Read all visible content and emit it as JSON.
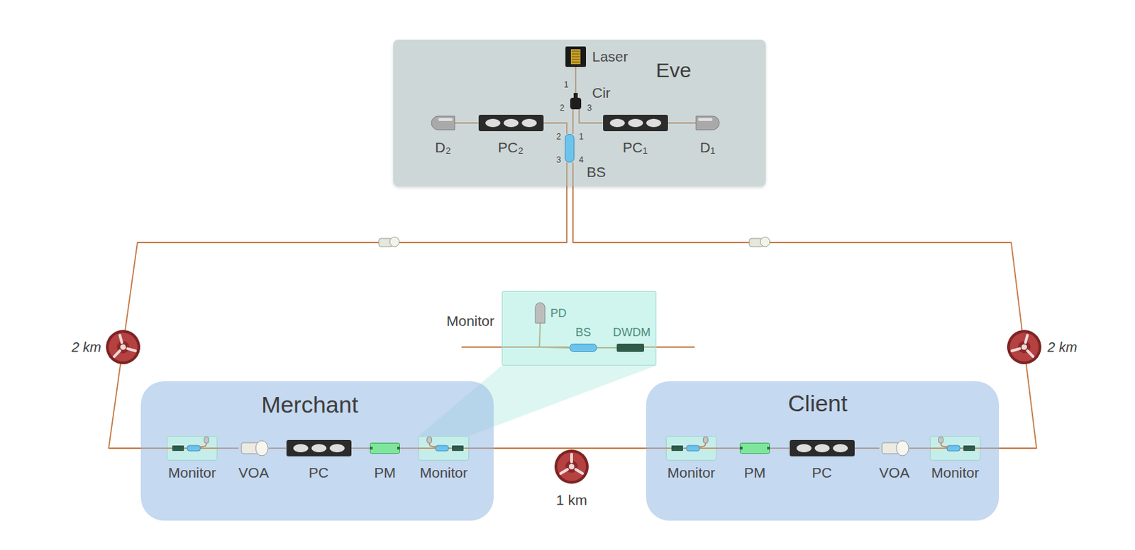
{
  "diagram": {
    "nodes": [
      {
        "text": [
          "Eve"
        ]
      },
      {
        "text": [
          "Laser"
        ],
        "in": 0
      },
      {
        "text": [
          "Cir"
        ],
        "in": 0
      },
      {
        "text": [
          "BS"
        ],
        "in": 0
      },
      {
        "text": [
          "PC₂"
        ],
        "in": 0
      },
      {
        "text": [
          "D₂"
        ],
        "in": 0
      },
      {
        "text": [
          "PC₁"
        ],
        "in": 0
      },
      {
        "text": [
          "D₁"
        ],
        "in": 0
      },
      {
        "text": [
          "Monitor"
        ]
      },
      {
        "text": [
          "PD"
        ],
        "in": 8
      },
      {
        "text": [
          "BS"
        ],
        "in": 8
      },
      {
        "text": [
          "DWDM"
        ],
        "in": 8
      },
      {
        "text": [
          "Merchant"
        ]
      },
      {
        "text": [
          "Monitor"
        ],
        "in": 12
      },
      {
        "text": [
          "VOA"
        ],
        "in": 12
      },
      {
        "text": [
          "PC"
        ],
        "in": 12
      },
      {
        "text": [
          "PM"
        ],
        "in": 12
      },
      {
        "text": [
          "Monitor"
        ],
        "in": 12
      },
      {
        "text": [
          "Client"
        ]
      },
      {
        "text": [
          "Monitor"
        ],
        "in": 18
      },
      {
        "text": [
          "PM"
        ],
        "in": 18
      },
      {
        "text": [
          "PC"
        ],
        "in": 18
      },
      {
        "text": [
          "VOA"
        ],
        "in": 18
      },
      {
        "text": [
          "Monitor"
        ],
        "in": 18
      }
    ],
    "edges": [
      {
        "from": 1,
        "to": 2,
        "arrow": "none"
      },
      {
        "from": 2,
        "to": 3,
        "arrow": "none"
      },
      {
        "from": 2,
        "to": 6,
        "arrow": "none"
      },
      {
        "from": 3,
        "to": 4,
        "arrow": "none"
      },
      {
        "from": 4,
        "to": 5,
        "arrow": "none"
      },
      {
        "from": 6,
        "to": 7,
        "arrow": "none"
      },
      {
        "from": 3,
        "to": 13,
        "arrow": "none"
      },
      {
        "from": 3,
        "to": 23,
        "arrow": "none"
      },
      {
        "from": 9,
        "to": 10,
        "arrow": "none"
      },
      {
        "from": 10,
        "to": 11,
        "arrow": "none"
      },
      {
        "from": 13,
        "to": 14,
        "arrow": "none"
      },
      {
        "from": 14,
        "to": 15,
        "arrow": "none"
      },
      {
        "from": 15,
        "to": 16,
        "arrow": "none"
      },
      {
        "from": 16,
        "to": 17,
        "arrow": "none"
      },
      {
        "from": 17,
        "to": 19,
        "arrow": "none"
      },
      {
        "from": 19,
        "to": 20,
        "arrow": "none"
      },
      {
        "from": 20,
        "to": 21,
        "arrow": "none"
      },
      {
        "from": 21,
        "to": 22,
        "arrow": "none"
      },
      {
        "from": 22,
        "to": 23,
        "arrow": "none"
      }
    ],
    "labels": [
      "1",
      "2",
      "3",
      "2",
      "1",
      "3",
      "4",
      "2 km",
      "2 km",
      "1 km"
    ]
  }
}
